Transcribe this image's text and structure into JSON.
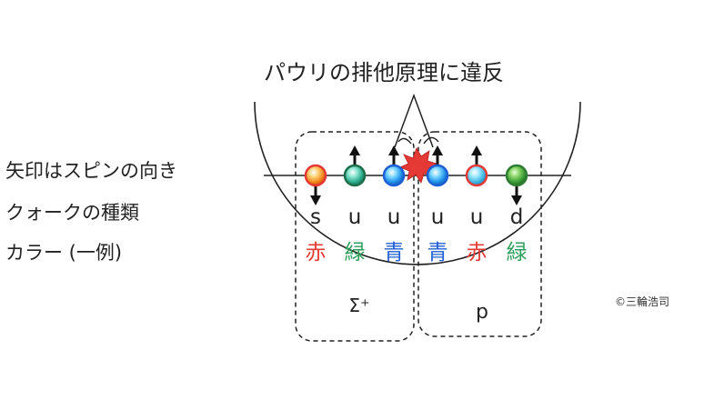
{
  "title": "パウリの排他原理に違反",
  "labels": {
    "spin": "矢印はスピンの向き",
    "quark_type": "クォークの種類",
    "color": "カラー (一例)"
  },
  "quarks": [
    {
      "flavor": "s",
      "color_name": "赤",
      "color": "#e53935",
      "spin": "down"
    },
    {
      "flavor": "u",
      "color_name": "緑",
      "color": "#2e9e5b",
      "spin": "up"
    },
    {
      "flavor": "u",
      "color_name": "青",
      "color": "#1f5fd6",
      "spin": "up"
    },
    {
      "flavor": "u",
      "color_name": "青",
      "color": "#1f5fd6",
      "spin": "up"
    },
    {
      "flavor": "u",
      "color_name": "赤",
      "color": "#e53935",
      "spin": "up"
    },
    {
      "flavor": "d",
      "color_name": "緑",
      "color": "#2e9e5b",
      "spin": "down"
    }
  ],
  "particles": {
    "left": "Σ⁺",
    "right": "p"
  },
  "credit": "©三輪浩司"
}
